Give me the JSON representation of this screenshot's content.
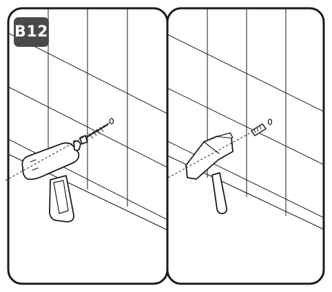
{
  "step": {
    "label": "B12"
  },
  "panels": [
    {
      "name": "drilling-panel",
      "tool": "drill-icon"
    },
    {
      "name": "anchor-insert-panel",
      "tool": "hammer-icon"
    }
  ],
  "colors": {
    "line": "#1a1a1a",
    "badge": "#4a4a4a",
    "badge_text": "#ffffff",
    "background": "#ffffff"
  }
}
